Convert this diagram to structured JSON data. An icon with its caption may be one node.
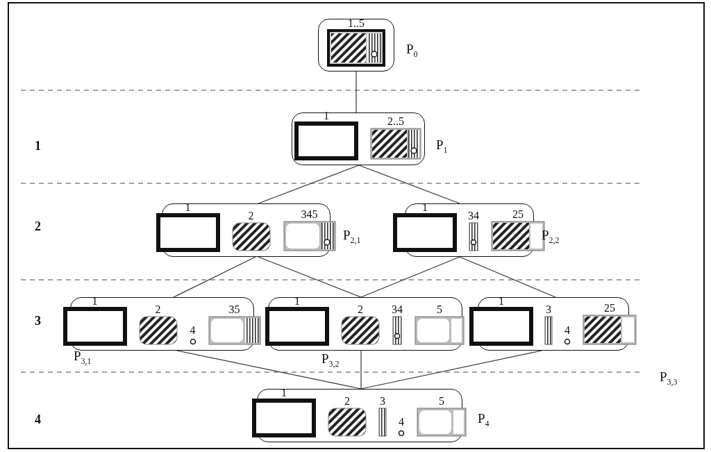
{
  "diagram": {
    "nodes": [
      {
        "text": [
          "1..5"
        ],
        "beside": [
          "P$_{0}$"
        ]
      },
      {
        "text": [
          "1",
          "2..5"
        ],
        "beside": [
          "P$_{1}$"
        ]
      },
      {
        "text": [
          "1",
          "2",
          "345"
        ],
        "beside": [
          "P$_{2,1}$"
        ]
      },
      {
        "text": [
          "1",
          "34",
          "25"
        ],
        "beside": [
          "P$_{2,2}$"
        ]
      },
      {
        "text": [
          "1",
          "2",
          "4",
          "35"
        ],
        "beside": [
          "P$_{3,1}$"
        ]
      },
      {
        "text": [
          "1",
          "2",
          "34",
          "5"
        ],
        "beside": [
          "P$_{3,2}$"
        ]
      },
      {
        "text": [
          "1",
          "3",
          "4",
          "25"
        ],
        "beside": [
          "P$_{3,3}$"
        ]
      },
      {
        "text": [
          "1",
          "2",
          "3",
          "4",
          "5"
        ],
        "beside": [
          "P$_{4}$"
        ]
      }
    ],
    "edges": [
      {
        "from": 0,
        "to": 1,
        "arrow": "none"
      },
      {
        "from": 1,
        "to": 2,
        "arrow": "none"
      },
      {
        "from": 1,
        "to": 3,
        "arrow": "none"
      },
      {
        "from": 2,
        "to": 4,
        "arrow": "none"
      },
      {
        "from": 2,
        "to": 5,
        "arrow": "none"
      },
      {
        "from": 3,
        "to": 5,
        "arrow": "none"
      },
      {
        "from": 3,
        "to": 6,
        "arrow": "none"
      },
      {
        "from": 4,
        "to": 7,
        "arrow": "none"
      },
      {
        "from": 5,
        "to": 7,
        "arrow": "none"
      },
      {
        "from": 6,
        "to": 7,
        "arrow": "none"
      }
    ],
    "labels": [
      "1",
      "2",
      "3",
      "4"
    ]
  }
}
